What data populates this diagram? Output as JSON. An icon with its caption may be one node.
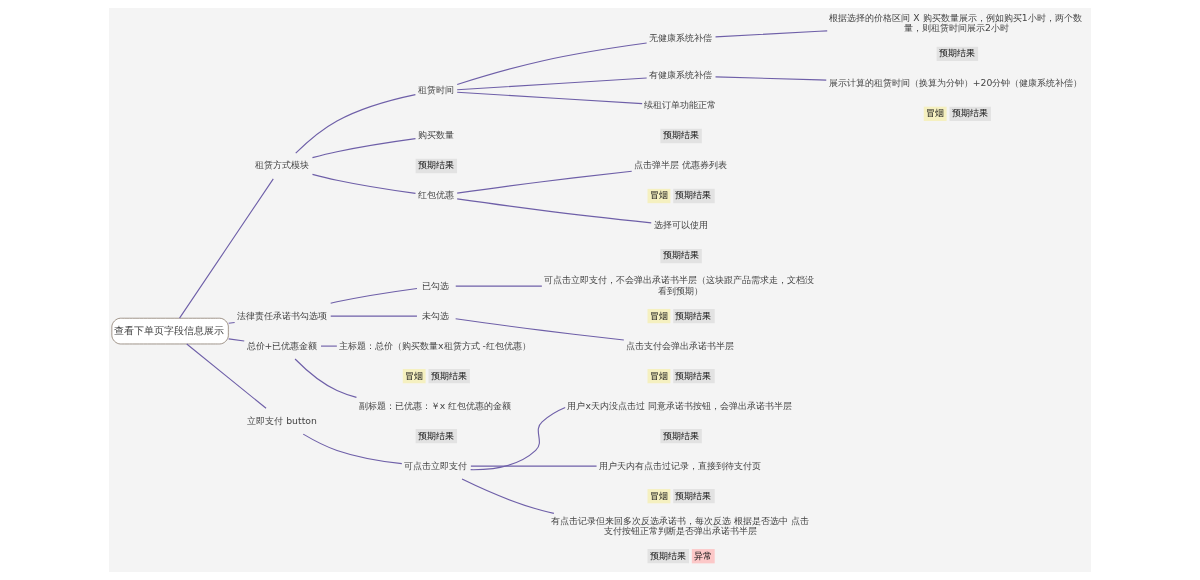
{
  "diagram": {
    "nodes": [
      {
        "text": [
          "查看下单页字段信息展示"
        ]
      },
      {
        "text": [
          "租赁方式模块"
        ]
      },
      {
        "text": [
          "租赁时间"
        ]
      },
      {
        "text": [
          "无健康系统补偿"
        ]
      },
      {
        "text": [
          "根据选择的价格区间 X 购买数量展示，例如购买1小时，两个数量，则租赁时间展示2小时"
        ],
        "beside": [
          "预期结果"
        ]
      },
      {
        "text": [
          "有健康系统补偿"
        ]
      },
      {
        "text": [
          "展示计算的租赁时间（换算为分钟）+20分钟（健康系统补偿）"
        ],
        "beside": [
          "冒烟",
          "预期结果"
        ]
      },
      {
        "text": [
          "续租订单功能正常"
        ],
        "beside": [
          "预期结果"
        ]
      },
      {
        "text": [
          "购买数量"
        ],
        "beside": [
          "预期结果"
        ]
      },
      {
        "text": [
          "红包优惠"
        ]
      },
      {
        "text": [
          "点击弹半层 优惠券列表"
        ],
        "beside": [
          "冒烟",
          "预期结果"
        ]
      },
      {
        "text": [
          "选择可以使用"
        ],
        "beside": [
          "预期结果"
        ]
      },
      {
        "text": [
          "法律责任承诺书勾选项"
        ]
      },
      {
        "text": [
          "已勾选"
        ]
      },
      {
        "text": [
          "可点击立即支付，不会弹出承诺书半层（这块跟产品需求走，文档没看到预期）"
        ],
        "beside": [
          "冒烟",
          "预期结果"
        ]
      },
      {
        "text": [
          "未勾选"
        ]
      },
      {
        "text": [
          "点击支付会弹出承诺书半层"
        ],
        "beside": [
          "冒烟",
          "预期结果"
        ]
      },
      {
        "text": [
          "总价+已优惠金额"
        ]
      },
      {
        "text": [
          "主标题：总价（购买数量x租赁方式 -红包优惠）"
        ],
        "beside": [
          "冒烟",
          "预期结果"
        ]
      },
      {
        "text": [
          "副标题：已优惠：￥x 红包优惠的金额"
        ],
        "beside": [
          "预期结果"
        ]
      },
      {
        "text": [
          "立即支付 button"
        ]
      },
      {
        "text": [
          "可点击立即支付"
        ]
      },
      {
        "text": [
          "用户x天内没点击过 同意承诺书按钮，会弹出承诺书半层"
        ],
        "beside": [
          "预期结果"
        ]
      },
      {
        "text": [
          "用户天内有点击过记录，直接到待支付页"
        ],
        "beside": [
          "冒烟",
          "预期结果"
        ]
      },
      {
        "text": [
          "有点击记录但来回多次反选承诺书，每次反选 根据是否选中 点击支付按钮正常判断是否弹出承诺书半层"
        ],
        "beside": [
          "预期结果",
          "异常"
        ]
      }
    ],
    "edges": [
      {
        "from": 0,
        "to": 1,
        "arrow": "none"
      },
      {
        "from": 1,
        "to": 2,
        "arrow": "none"
      },
      {
        "from": 2,
        "to": 3,
        "arrow": "none"
      },
      {
        "from": 3,
        "to": 4,
        "arrow": "none"
      },
      {
        "from": 2,
        "to": 5,
        "arrow": "none"
      },
      {
        "from": 5,
        "to": 6,
        "arrow": "none"
      },
      {
        "from": 2,
        "to": 7,
        "arrow": "none"
      },
      {
        "from": 1,
        "to": 8,
        "arrow": "none"
      },
      {
        "from": 1,
        "to": 9,
        "arrow": "none"
      },
      {
        "from": 9,
        "to": 10,
        "arrow": "none"
      },
      {
        "from": 9,
        "to": 11,
        "arrow": "none"
      },
      {
        "from": 0,
        "to": 12,
        "arrow": "none"
      },
      {
        "from": 12,
        "to": 13,
        "arrow": "none"
      },
      {
        "from": 13,
        "to": 14,
        "arrow": "none"
      },
      {
        "from": 12,
        "to": 15,
        "arrow": "none"
      },
      {
        "from": 15,
        "to": 16,
        "arrow": "none"
      },
      {
        "from": 0,
        "to": 17,
        "arrow": "none"
      },
      {
        "from": 17,
        "to": 18,
        "arrow": "none"
      },
      {
        "from": 17,
        "to": 19,
        "arrow": "none"
      },
      {
        "from": 0,
        "to": 20,
        "arrow": "none"
      },
      {
        "from": 20,
        "to": 21,
        "arrow": "none"
      },
      {
        "from": 21,
        "to": 22,
        "arrow": "none"
      },
      {
        "from": 21,
        "to": 23,
        "arrow": "none"
      },
      {
        "from": 21,
        "to": 24,
        "arrow": "none"
      }
    ]
  }
}
